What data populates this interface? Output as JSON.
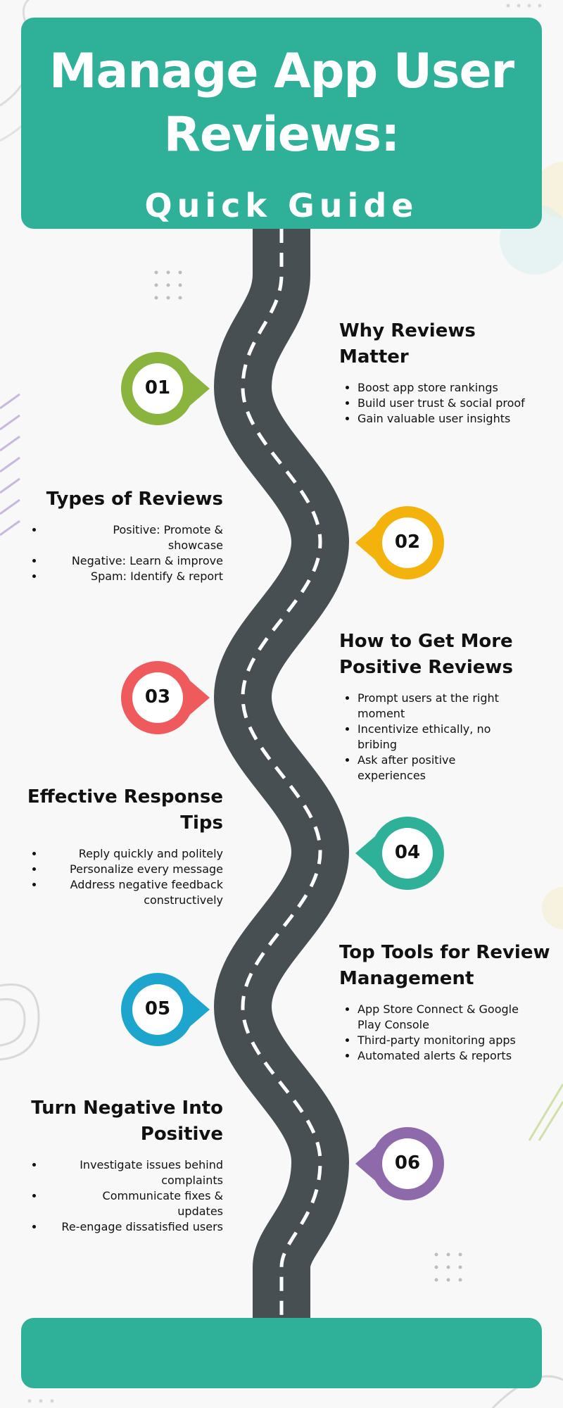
{
  "header": {
    "title_line1": "Manage App User",
    "title_line2": "Reviews:",
    "subtitle": "Quick Guide"
  },
  "colors": {
    "brand": "#2fb098",
    "road": "#474f52",
    "markers": [
      "#8ab43e",
      "#f4b30c",
      "#ef5a5c",
      "#2fb098",
      "#1da5cd",
      "#8f6aab"
    ]
  },
  "steps": [
    {
      "number": "01",
      "title_line1": "Why Reviews",
      "title_line2": "Matter",
      "bullets": [
        "Boost app store rankings",
        "Build user trust & social proof",
        "Gain valuable user insights"
      ]
    },
    {
      "number": "02",
      "title_line1": "Types of Reviews",
      "title_line2": "",
      "bullets": [
        "Positive: Promote & showcase",
        "Negative: Learn & improve",
        "Spam: Identify & report"
      ]
    },
    {
      "number": "03",
      "title_line1": "How to Get More",
      "title_line2": "Positive Reviews",
      "bullets": [
        "Prompt users at the right moment",
        "Incentivize ethically, no bribing",
        "Ask after positive experiences"
      ]
    },
    {
      "number": "04",
      "title_line1": "Effective Response",
      "title_line2": "Tips",
      "bullets": [
        "Reply quickly and politely",
        "Personalize every message",
        "Address negative feedback constructively"
      ]
    },
    {
      "number": "05",
      "title_line1": "Top Tools for Review",
      "title_line2": "Management",
      "bullets": [
        "App Store Connect & Google Play Console",
        "Third-party monitoring apps",
        "Automated alerts & reports"
      ]
    },
    {
      "number": "06",
      "title_line1": "Turn Negative Into",
      "title_line2": "Positive",
      "bullets": [
        "Investigate issues behind complaints",
        "Communicate fixes & updates",
        "Re-engage dissatisfied users"
      ]
    }
  ]
}
